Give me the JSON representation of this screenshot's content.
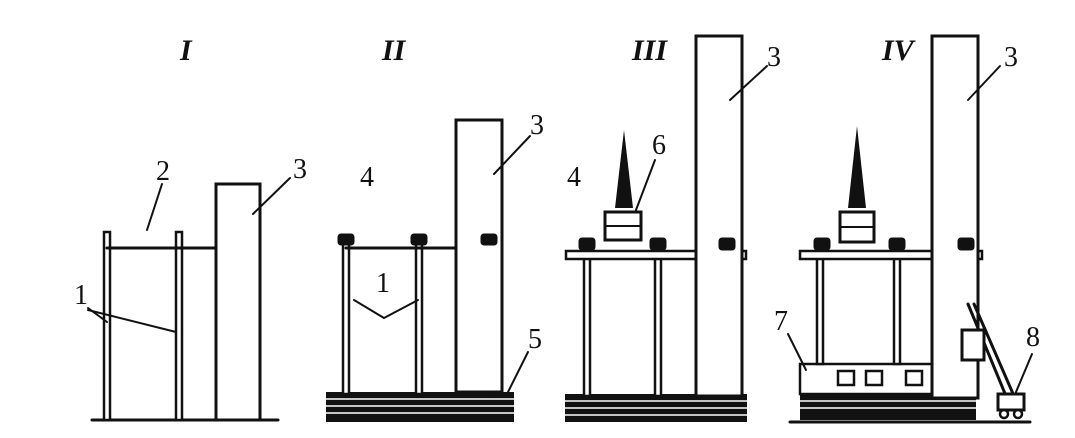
{
  "stages": [
    {
      "label": "I"
    },
    {
      "label": "II"
    },
    {
      "label": "III"
    },
    {
      "label": "IV"
    }
  ],
  "callouts": {
    "stage1": [
      "1",
      "2",
      "3"
    ],
    "stage2": [
      "4",
      "1",
      "3",
      "5"
    ],
    "stage3": [
      "4",
      "6",
      "3"
    ],
    "stage4": [
      "3",
      "7",
      "8"
    ]
  },
  "colors": {
    "ink": "#111111",
    "paper": "#ffffff"
  }
}
